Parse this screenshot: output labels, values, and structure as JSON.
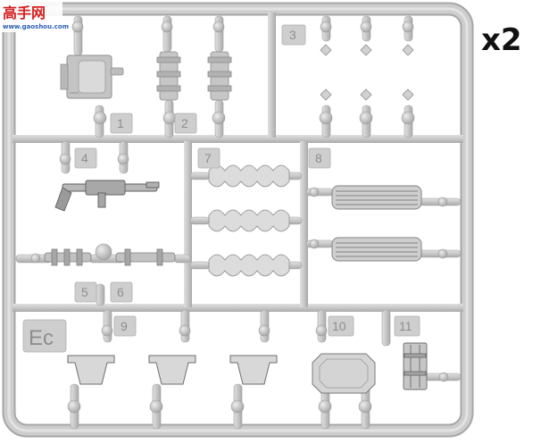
{
  "watermark": {
    "site_name": "高手网",
    "url": "www.gaoshou.com"
  },
  "multiplier_label": "x2",
  "sprue_letter": "Ec",
  "part_numbers": [
    "1",
    "2",
    "3",
    "4",
    "5",
    "6",
    "7",
    "8",
    "9",
    "10",
    "11"
  ],
  "colors": {
    "plastic": "#c8c8c8",
    "plastic_edge": "#a4a4a4",
    "plastic_light": "#dcdcdc",
    "watermark_red": "#d42020",
    "watermark_blue": "#2a5fb3",
    "multiplier": "#111111"
  }
}
